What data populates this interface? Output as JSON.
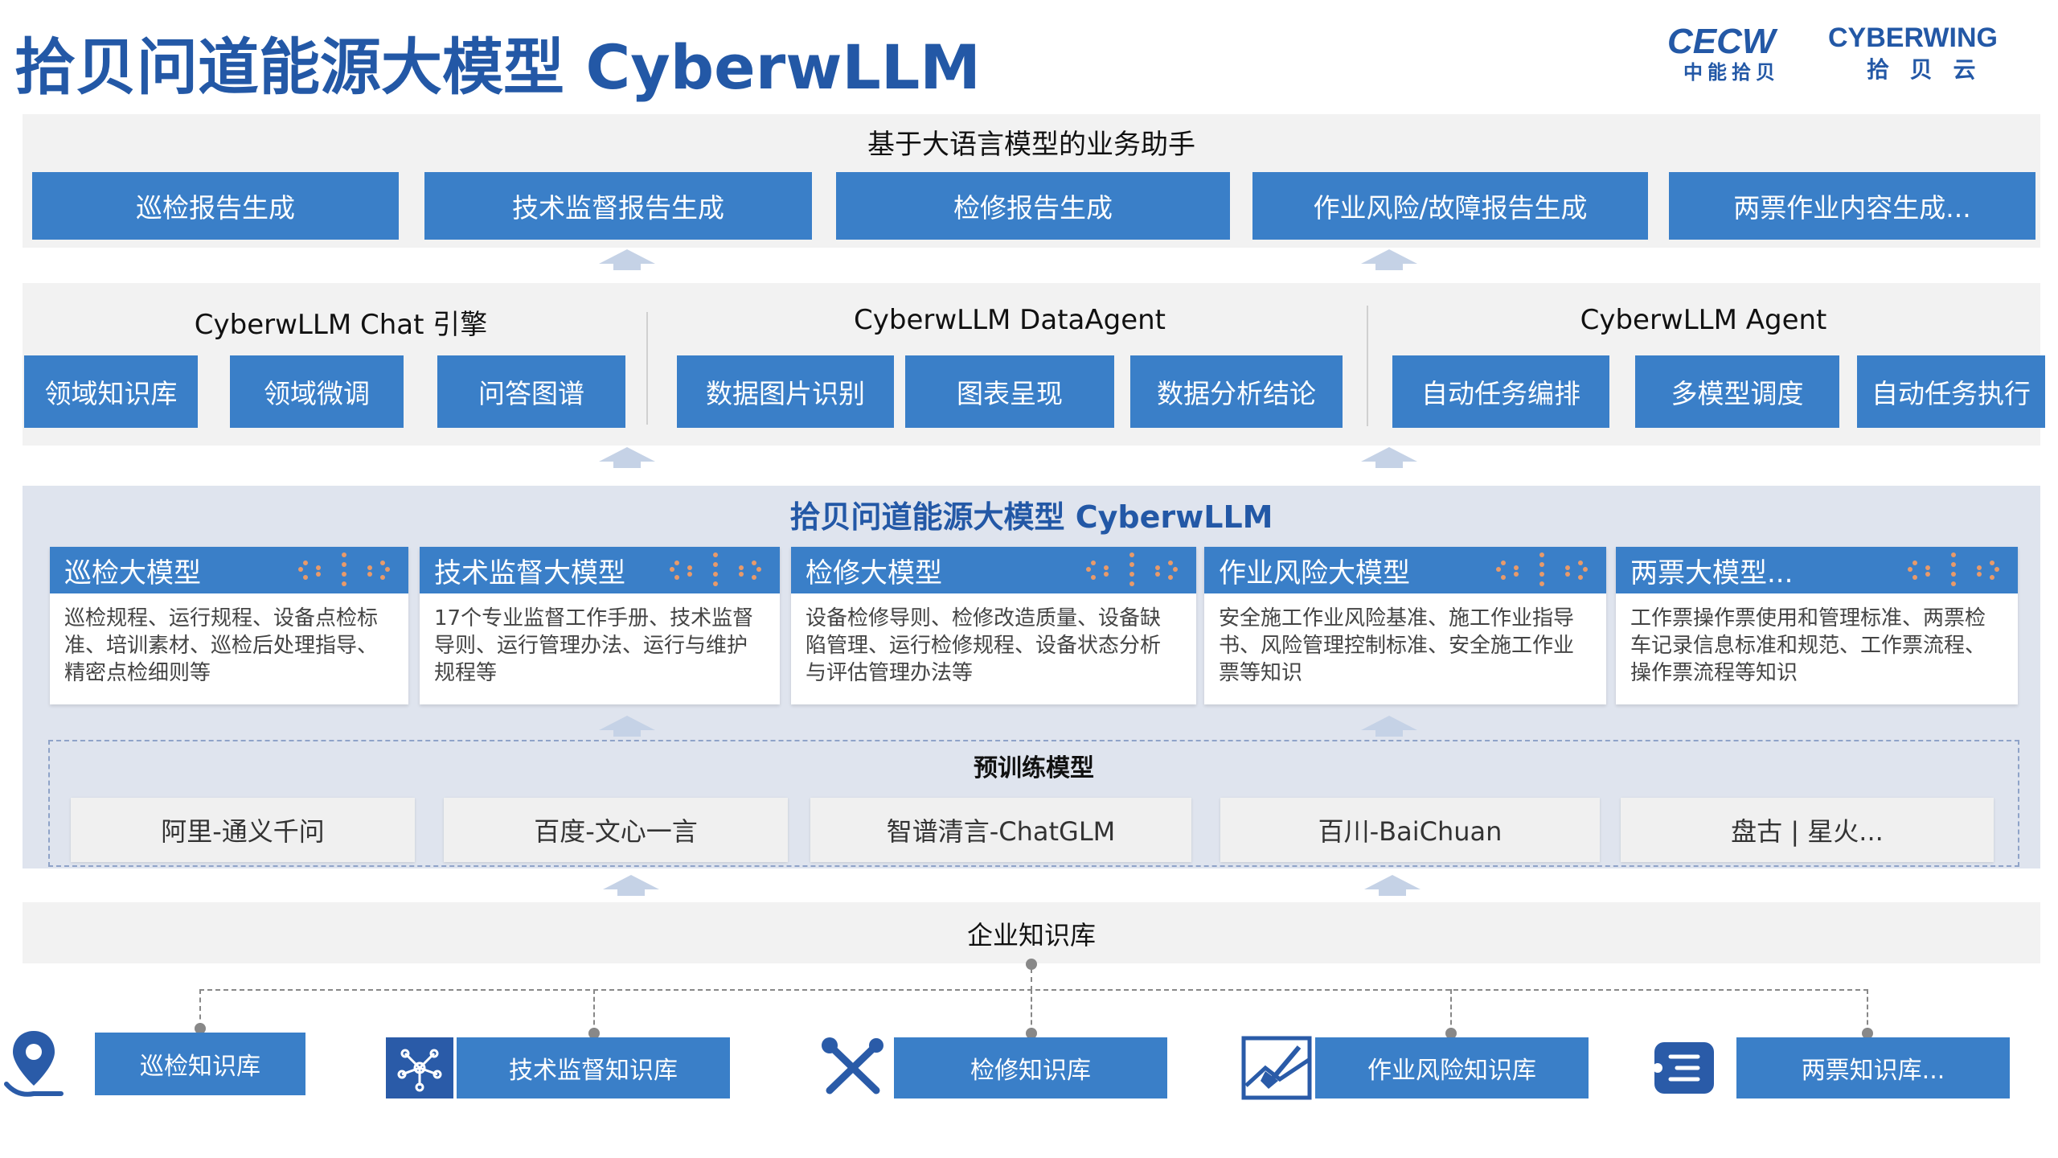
{
  "header": {
    "title": "拾贝问道能源大模型 CyberwLLM",
    "logo_cecw_text": "CECW",
    "logo_cecw_sub": "中能拾贝",
    "logo_cyberwing_text": "CYBERWING",
    "logo_cyberwing_sub": "拾 贝 云"
  },
  "assistant": {
    "title": "基于大语言模型的业务助手",
    "items": [
      "巡检报告生成",
      "技术监督报告生成",
      "检修报告生成",
      "作业风险/故障报告生成",
      "两票作业内容生成..."
    ]
  },
  "engines": {
    "chat": {
      "title": "CyberwLLM Chat 引擎",
      "items": [
        "领域知识库",
        "领域微调",
        "问答图谱"
      ]
    },
    "data": {
      "title": "CyberwLLM DataAgent",
      "items": [
        "数据图片识别",
        "图表呈现",
        "数据分析结论"
      ]
    },
    "agent": {
      "title": "CyberwLLM Agent",
      "items": [
        "自动任务编排",
        "多模型调度",
        "自动任务执行"
      ]
    }
  },
  "models": {
    "title": "拾贝问道能源大模型 CyberwLLM",
    "cards": [
      {
        "title": "巡检大模型",
        "desc": [
          "巡检规程、运行规程、设备点检标",
          "准、培训素材、巡检后处理指导、",
          "精密点检细则等"
        ]
      },
      {
        "title": "技术监督大模型",
        "desc": [
          "17个专业监督工作手册、技术监督",
          "导则、运行管理办法、运行与维护",
          "规程等"
        ]
      },
      {
        "title": "检修大模型",
        "desc": [
          "设备检修导则、检修改造质量、设备缺",
          "陷管理、运行检修规程、设备状态分析",
          "与评估管理办法等"
        ]
      },
      {
        "title": "作业风险大模型",
        "desc": [
          "安全施工作业风险基准、施工作业指导",
          "书、风险管理控制标准、安全施工作业",
          "票等知识"
        ]
      },
      {
        "title": "两票大模型...",
        "desc": [
          "工作票操作票使用和管理标准、两票检",
          "车记录信息标准和规范、工作票流程、",
          "操作票流程等知识"
        ]
      }
    ],
    "pretrain": {
      "title": "预训练模型",
      "items": [
        "阿里-通义千问",
        "百度-文心一言",
        "智谱清言-ChatGLM",
        "百川-BaiChuan",
        "盘古 | 星火..."
      ]
    }
  },
  "knowledge": {
    "title": "企业知识库",
    "items": [
      {
        "label": "巡检知识库",
        "icon": "location-pin-icon"
      },
      {
        "label": "技术监督知识库",
        "icon": "network-nodes-icon"
      },
      {
        "label": "检修知识库",
        "icon": "wrench-screwdriver-icon"
      },
      {
        "label": "作业风险知识库",
        "icon": "landscape-shovel-icon"
      },
      {
        "label": "两票知识库...",
        "icon": "ticket-stack-icon"
      }
    ]
  },
  "colors": {
    "primary": "#3a7fc8",
    "title": "#2358a6",
    "panel": "#dfe4ee",
    "band": "#f2f2f2"
  }
}
